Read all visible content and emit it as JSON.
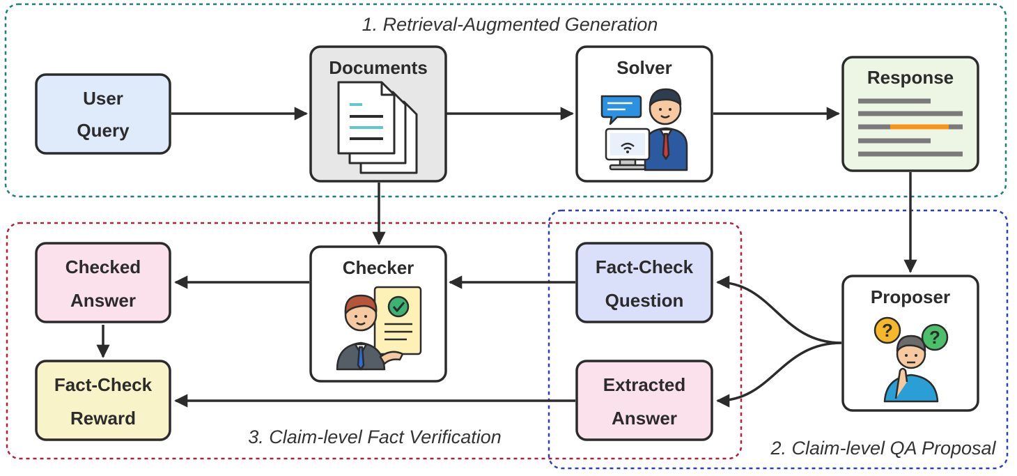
{
  "regions": {
    "rag": {
      "title": "1. Retrieval-Augmented Generation",
      "color": "#1a7f77"
    },
    "verification": {
      "title": "3. Claim-level Fact Verification",
      "color": "#b0203a"
    },
    "proposal": {
      "title": "2. Claim-level QA Proposal",
      "color": "#2a3fc0"
    }
  },
  "nodes": {
    "user_query": {
      "line1": "User",
      "line2": "Query",
      "fill": "#dfeafb"
    },
    "documents": {
      "label": "Documents",
      "fill": "#e6e7e6"
    },
    "solver": {
      "label": "Solver",
      "fill": "#ffffff"
    },
    "response": {
      "label": "Response",
      "fill": "#edf6e4"
    },
    "checker": {
      "label": "Checker",
      "fill": "#ffffff"
    },
    "checked_answer": {
      "line1": "Checked",
      "line2": "Answer",
      "fill": "#fbe1ec"
    },
    "fact_check_question": {
      "line1": "Fact-Check",
      "line2": "Question",
      "fill": "#dadffa"
    },
    "proposer": {
      "label": "Proposer",
      "fill": "#ffffff"
    },
    "fact_check_reward": {
      "line1": "Fact-Check",
      "line2": "Reward",
      "fill": "#f8f3c8"
    },
    "extracted_answer": {
      "line1": "Extracted",
      "line2": "Answer",
      "fill": "#fbe1ec"
    }
  },
  "icons": {
    "documents": "document-stack-icon",
    "solver": "person-at-computer-icon",
    "response": "text-lines-icon",
    "checker": "person-with-approved-document-icon",
    "proposer": "thinking-person-with-question-marks-icon"
  },
  "colors": {
    "highlight": "#f7941d",
    "teal": "#5ec8cf",
    "line": "#2b2b2b"
  }
}
